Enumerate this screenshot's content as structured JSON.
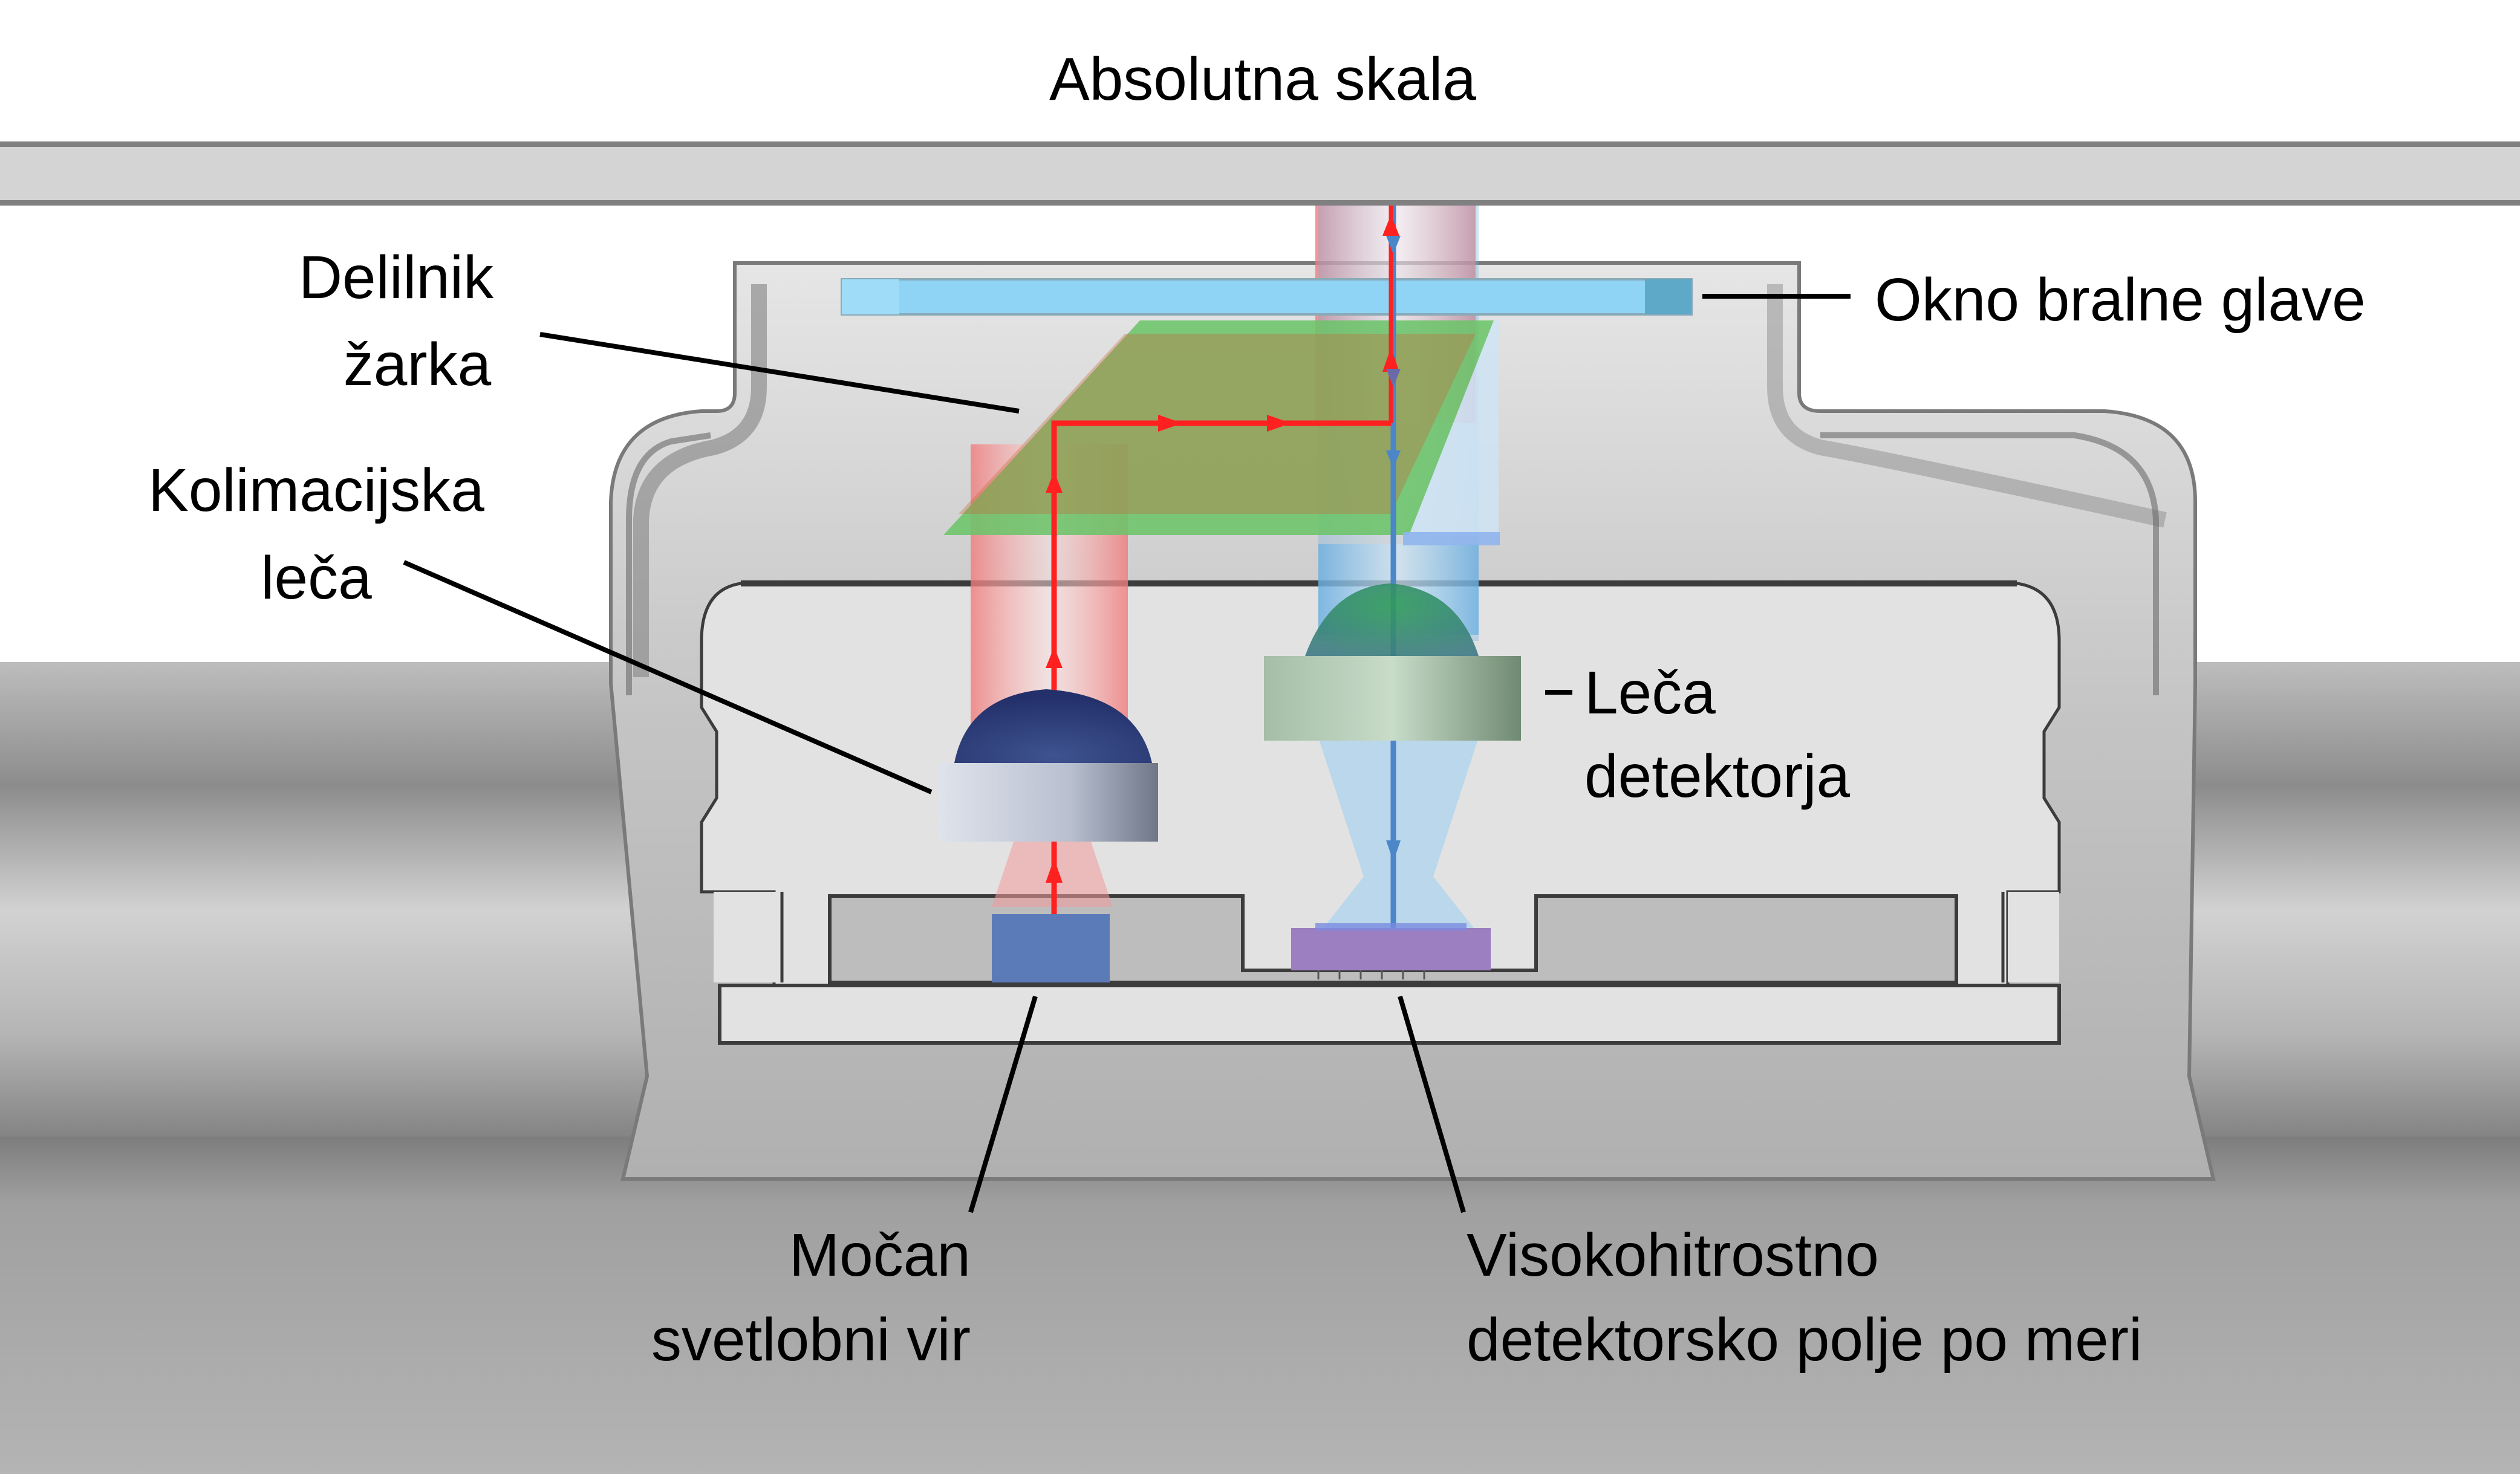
{
  "title": "Absolutna skala",
  "labels": {
    "beam_splitter": [
      "Delilnik",
      "žarka"
    ],
    "collimating_lens": [
      "Kolimacijska",
      "leča"
    ],
    "readhead_window": "Okno bralne glave",
    "detector_lens": [
      "Leča",
      "detektorja"
    ],
    "light_source": [
      "Močan",
      "svetlobni vir"
    ],
    "detector_array": [
      "Visokohitrostno",
      "detektorsko polje po meri"
    ]
  },
  "colors": {
    "scale_fill": "#d4d4d4",
    "scale_edge": "#808080",
    "housing": "#bdbdbd",
    "housing_dark": "#8a8a8a",
    "cavity": "#e2e2e2",
    "window": "#8fd4f5",
    "beam_splitter": "#6cc46a",
    "red_beam": "#ff2020",
    "blue_beam": "#4a86c8",
    "light_source": "#5b7bb8",
    "detector": "#9b7fc0",
    "detector_lens": "#b7cdb8",
    "collimating_lens": "#c5cad6"
  }
}
